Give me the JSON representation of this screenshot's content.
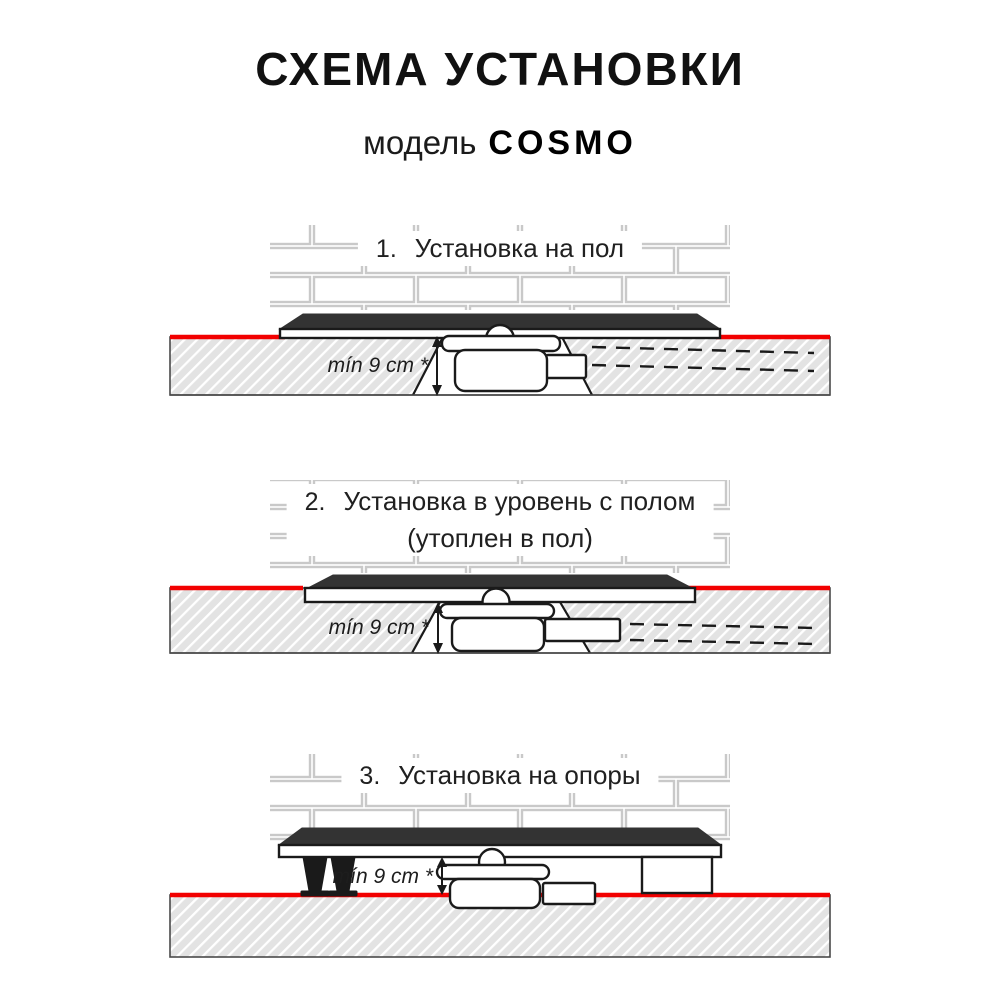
{
  "title": "СХЕМА УСТАНОВКИ",
  "subtitle": {
    "prefix": "модель",
    "model": "COSMO"
  },
  "diagrams": [
    {
      "number": "1.",
      "caption": "Установка на пол",
      "caption_line2": "",
      "dimension_label": "mín 9 cm *"
    },
    {
      "number": "2.",
      "caption": "Установка в уровень с полом",
      "caption_line2": "(утоплен в пол)",
      "dimension_label": "mín 9 cm *"
    },
    {
      "number": "3.",
      "caption": "Установка на опоры",
      "caption_line2": "",
      "dimension_label": "mín 9 cm *"
    }
  ],
  "colors": {
    "floor_level_red": "#f20000",
    "tray_dark": "#333333",
    "outline_dark": "#1a1a1a",
    "hatch_base": "#e3e3e3",
    "tile_grout": "#c9c9c9",
    "slab_edge": "#4a4a4a",
    "text_dark": "#1d1d1d"
  }
}
